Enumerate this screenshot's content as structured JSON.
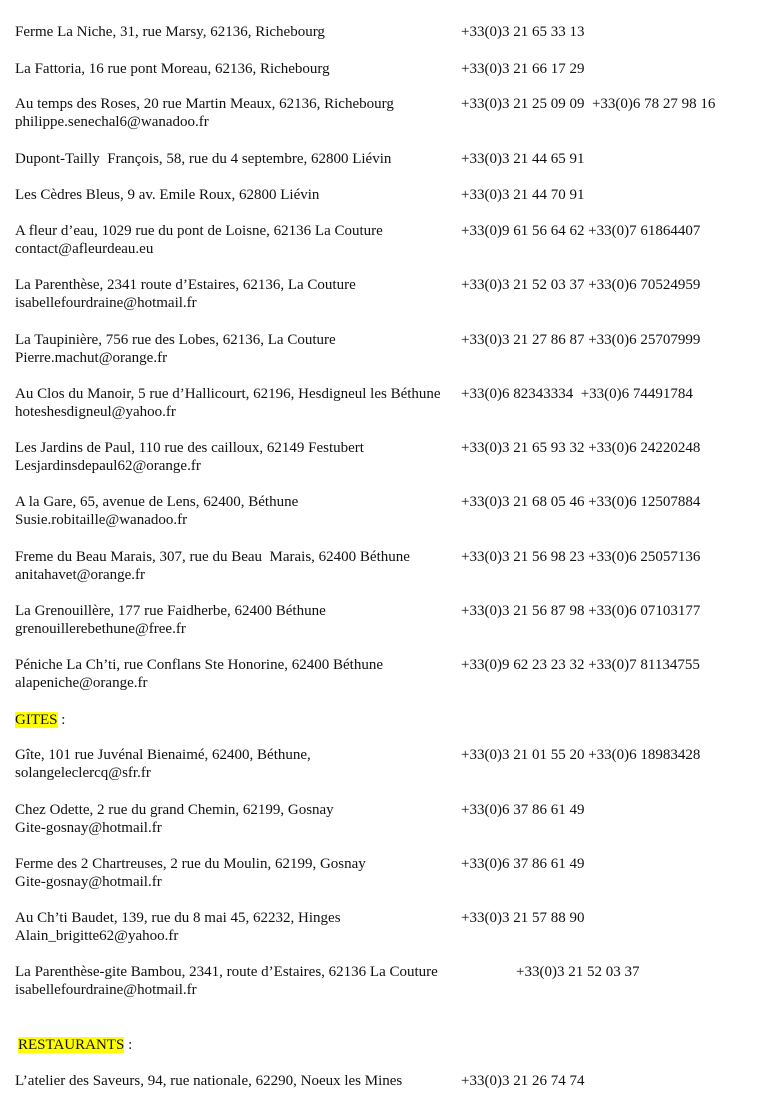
{
  "highlight_color": "#ffff00",
  "entries_top": [
    {
      "name": "Ferme La Niche, 31, rue Marsy, 62136, Richebourg",
      "phone": "+33(0)3 21 65 33 13"
    },
    {
      "name": "La Fattoria, 16 rue pont Moreau, 62136, Richebourg",
      "phone": "+33(0)3 21 66 17 29"
    },
    {
      "name": "Au temps des Roses, 20 rue Martin Meaux, 62136, Richebourg",
      "phone": "+33(0)3 21 25 09 09  +33(0)6 78 27 98 16",
      "email": "philippe.senechal6@wanadoo.fr"
    },
    {
      "name": "Dupont-Tailly  François, 58, rue du 4 septembre, 62800 Liévin",
      "phone": "+33(0)3 21 44 65 91"
    },
    {
      "name": "Les Cèdres Bleus, 9 av. Emile Roux, 62800 Liévin",
      "phone": "+33(0)3 21 44 70 91"
    },
    {
      "name": "A fleur d’eau, 1029 rue du pont de Loisne, 62136 La Couture",
      "phone": "+33(0)9 61 56 64 62 +33(0)7 61864407",
      "email": "contact@afleurdeau.eu"
    },
    {
      "name": "La Parenthèse, 2341 route d’Estaires, 62136, La Couture",
      "phone": "+33(0)3 21 52 03 37 +33(0)6 70524959",
      "email": "isabellefourdraine@hotmail.fr"
    },
    {
      "name": "La Taupinière, 756 rue des Lobes, 62136, La Couture",
      "phone": "+33(0)3 21 27 86 87 +33(0)6 25707999",
      "email": "Pierre.machut@orange.fr"
    },
    {
      "name": "Au Clos du Manoir, 5 rue d’Hallicourt, 62196, Hesdigneul les Béthune",
      "phone": "+33(0)6 82343334  +33(0)6 74491784",
      "email": "hoteshesdigneul@yahoo.fr"
    },
    {
      "name": "Les Jardins de Paul, 110 rue des cailloux, 62149 Festubert",
      "phone": "+33(0)3 21 65 93 32 +33(0)6 24220248",
      "email": "Lesjardinsdepaul62@orange.fr"
    },
    {
      "name": "A la Gare, 65, avenue de Lens, 62400, Béthune",
      "phone": "+33(0)3 21 68 05 46 +33(0)6 12507884",
      "email": "Susie.robitaille@wanadoo.fr"
    },
    {
      "name": "Freme du Beau Marais, 307, rue du Beau  Marais, 62400 Béthune",
      "phone": "+33(0)3 21 56 98 23 +33(0)6 25057136",
      "email": "anitahavet@orange.fr"
    },
    {
      "name": "La Grenouillère, 177 rue Faidherbe, 62400 Béthune",
      "phone": "+33(0)3 21 56 87 98 +33(0)6 07103177",
      "email": "grenouillerebethune@free.fr"
    },
    {
      "name": "Péniche La Ch’ti, rue Conflans Ste Honorine, 62400 Béthune",
      "phone": "+33(0)9 62 23 23 32 +33(0)7 81134755",
      "email": "alapeniche@orange.fr"
    }
  ],
  "gites_heading": {
    "label": "GITES",
    "suffix": " :"
  },
  "gites": [
    {
      "name": "Gîte, 101 rue Juvénal Bienaimé, 62400, Béthune,",
      "phone": "+33(0)3 21 01 55 20 +33(0)6 18983428",
      "email": "solangeleclercq@sfr.fr"
    },
    {
      "name": "Chez Odette, 2 rue du grand Chemin, 62199, Gosnay",
      "phone": "+33(0)6 37 86 61 49",
      "email": "Gite-gosnay@hotmail.fr"
    },
    {
      "name": "Ferme des 2 Chartreuses, 2 rue du Moulin, 62199, Gosnay",
      "phone": "+33(0)6 37 86 61 49",
      "email": "Gite-gosnay@hotmail.fr"
    },
    {
      "name": "Au Ch’ti Baudet, 139, rue du 8 mai 45, 62232, Hinges",
      "phone": "+33(0)3 21 57 88 90",
      "email": "Alain_brigitte62@yahoo.fr"
    },
    {
      "name": "La Parenthèse-gite Bambou, 2341, route d’Estaires, 62136 La Couture",
      "phone": "+33(0)3 21 52 03 37",
      "email": "isabellefourdraine@hotmail.fr"
    }
  ],
  "restaurants_heading": {
    "label": "RESTAURANTS",
    "suffix": " :"
  },
  "restaurants": [
    {
      "name": "L’atelier des Saveurs, 94, rue nationale, 62290, Noeux les Mines",
      "phone": "+33(0)3 21 26 74 74"
    }
  ]
}
